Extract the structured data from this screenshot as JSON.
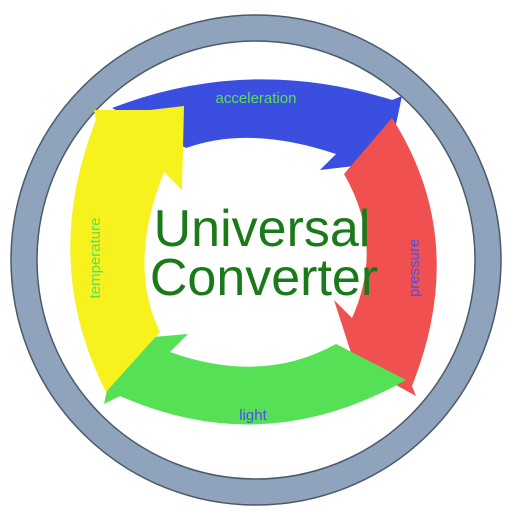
{
  "title": {
    "line1": "Universal",
    "line2": "Converter",
    "color": "#1a7a1a"
  },
  "segments": [
    {
      "id": "acceleration",
      "label": "acceleration",
      "fill": "#3a4fe0",
      "label_color": "#58e058"
    },
    {
      "id": "pressure",
      "label": "pressure",
      "fill": "#f05050",
      "label_color": "#4a50e8"
    },
    {
      "id": "light",
      "label": "light",
      "fill": "#55e055",
      "label_color": "#4a50e8"
    },
    {
      "id": "temperature",
      "label": "temperature",
      "fill": "#f7f21e",
      "label_color": "#58e058"
    }
  ],
  "colors": {
    "outer_ring": "#8fa3bd",
    "outer_ring_edge": "#4a5a6a",
    "background": "#ffffff"
  }
}
